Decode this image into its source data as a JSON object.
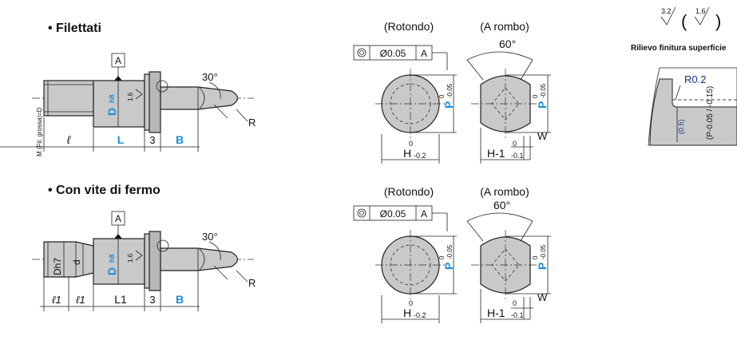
{
  "sections": {
    "threaded": {
      "title": "• Filettati"
    },
    "setscrew": {
      "title": "• Con vite di fermo"
    }
  },
  "labels": {
    "datum": "A",
    "angle30": "30°",
    "radius": "R",
    "thread": "M (Fil. grossa)=D",
    "len_l": "ℓ",
    "len_L": "L",
    "len_3": "3",
    "len_B": "B",
    "dia_D": "D",
    "dia_D_tol": "h8",
    "rough16": "1.6",
    "len_l1a": "ℓ1",
    "len_l1b": "ℓ1",
    "len_L1": "L1",
    "dia_Dh7": "Dh7",
    "dia_d": "d"
  },
  "views": {
    "round": "(Rotondo)",
    "rhomb": "(A rombo)",
    "coaxial": "Ø0.05",
    "angle60": "60°",
    "P": "P",
    "P_tol_up": "0",
    "P_tol_low": "-0.05",
    "H": "H",
    "H_tol_up": "0",
    "H_tol_low": "-0.2",
    "H1": "H-1",
    "H1_tol_up": "0",
    "H1_tol_low": "-0.1",
    "W": "W"
  },
  "finish": {
    "r32": "3.2",
    "r16": "1.6",
    "title": "Rilievo finitura superficie",
    "R02": "R0.2",
    "d05": "(0.5)",
    "tol": "(P-0.05 / -0.15)"
  },
  "colors": {
    "accent": "#1b8ee0",
    "navy": "#1a2f8a",
    "part": "#c9c9c9"
  }
}
